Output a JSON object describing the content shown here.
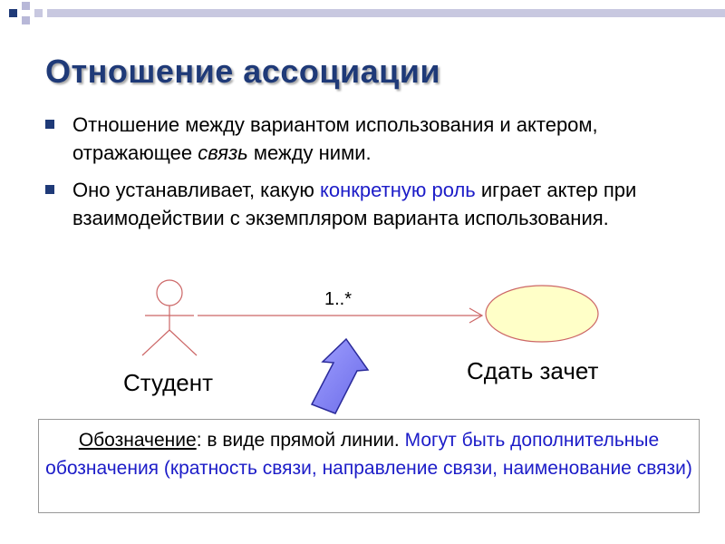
{
  "slide": {
    "title": "Отношение ассоциации",
    "bullets": [
      {
        "pre": "Отношение между вариантом использования и актером, отражающее ",
        "em": "связь",
        "post": " между ними."
      },
      {
        "pre": "Оно устанавливает, какую ",
        "highlight": "конкретную роль",
        "post": " играет актер при взаимодействии с экземпляром варианта использования."
      }
    ]
  },
  "diagram": {
    "actor_label": "Студент",
    "usecase_label": "Сдать зачет",
    "multiplicity": "1..*"
  },
  "note": {
    "term": "Обозначение",
    "text": ": в виде прямой линии. ",
    "highlight": "Могут быть дополнительные обозначения (кратность связи, направление связи, наименование связи)"
  },
  "colors": {
    "title": "#1f3a78",
    "accent_blue": "#1c1cc8",
    "usecase_fill": "#ffffc8",
    "arrow_fill": "#8080ff",
    "actor_stroke": "#cc6666"
  }
}
